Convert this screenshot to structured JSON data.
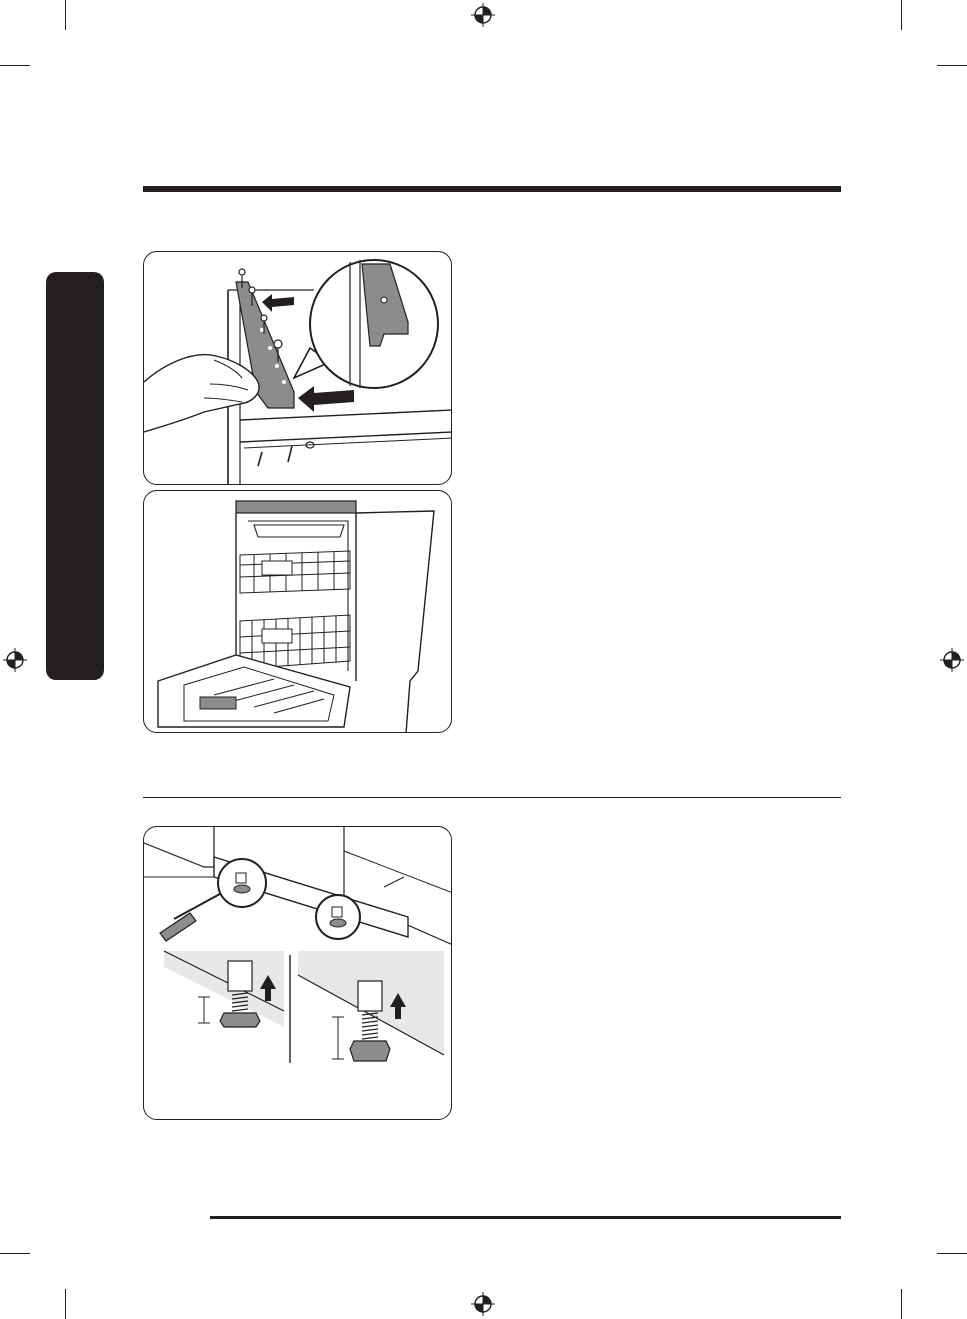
{
  "page": {
    "sections": [
      {
        "id": "section-top",
        "figures": [
          "door-bracket-installation",
          "dishwasher-open-view"
        ]
      },
      {
        "id": "section-leveling",
        "figures": [
          "leveling-feet-adjustment"
        ]
      }
    ],
    "side_tab_text": "",
    "footer_text": ""
  },
  "colors": {
    "ink": "#231f20",
    "panel_gray": "#e6e7e8",
    "bracket_gray": "#8a8c8e",
    "white": "#ffffff"
  },
  "icons": {
    "registration_mark": "crosshair-circle",
    "arrow": "bold-arrow"
  }
}
